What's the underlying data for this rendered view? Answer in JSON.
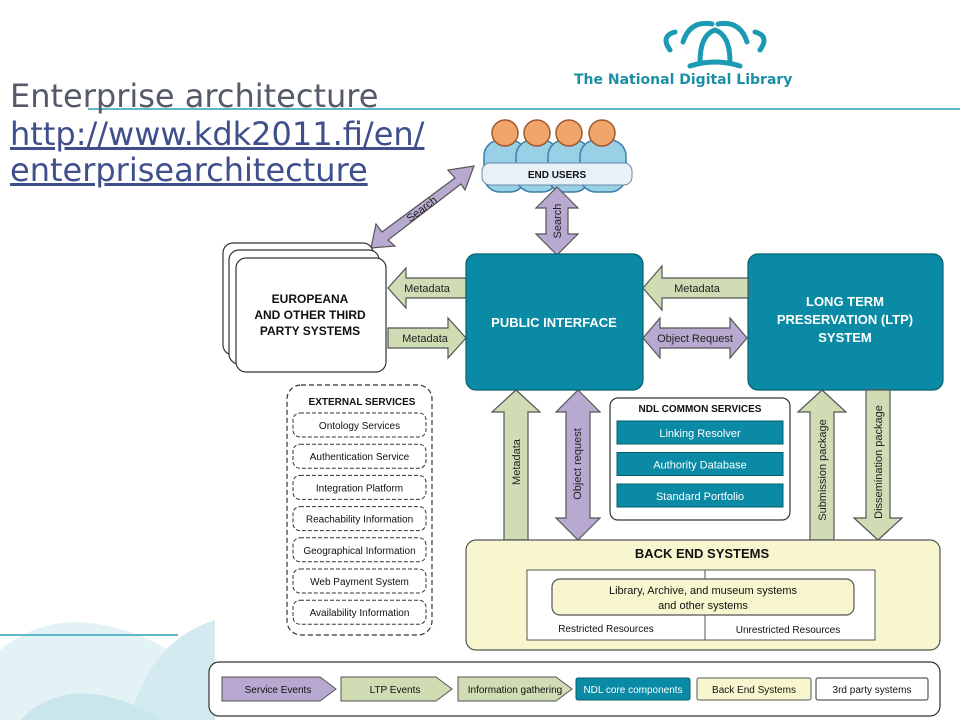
{
  "header": {
    "title": "Enterprise architecture",
    "link_line1": "http://www.kdk2011.fi/en/",
    "link_line2": "enterprisearchitecture",
    "brand": "The National Digital Library"
  },
  "colors": {
    "teal": "#0a8aa4",
    "green": "#cfdcb4",
    "purple": "#b7a9cf",
    "cream": "#f7f6cf"
  },
  "icons": {
    "logo": "ndl-swirl-logo",
    "users": "user-figures-icon"
  },
  "diagram": {
    "end_users": "END USERS",
    "public_interface": "PUBLIC INTERFACE",
    "ltp": [
      "LONG TERM",
      "PRESERVATION (LTP)",
      "SYSTEM"
    ],
    "europeana": [
      "EUROPEANA",
      "AND OTHER THIRD",
      "PARTY SYSTEMS"
    ],
    "arrows": {
      "search_diag": "Search",
      "search_vert": "Search",
      "metadata_out": "Metadata",
      "metadata_in": "Metadata",
      "metadata_ltp": "Metadata",
      "object_request_ltp": "Object Request",
      "metadata_back": "Metadata",
      "object_request_back": "Object request",
      "submission": "Submission package",
      "dissemination": "Dissemination package"
    },
    "external_services": {
      "title": "EXTERNAL SERVICES",
      "items": [
        "Ontology Services",
        "Authentication Service",
        "Integration Platform",
        "Reachability Information",
        "Geographical Information",
        "Web Payment System",
        "Availability Information"
      ]
    },
    "ndl_common": {
      "title": "NDL COMMON SERVICES",
      "items": [
        "Linking Resolver",
        "Authority Database",
        "Standard Portfolio"
      ]
    },
    "back_end": {
      "title": "BACK END SYSTEMS",
      "inner_line1": "Library, Archive, and museum systems",
      "inner_line2": "and other systems",
      "restricted": "Restricted Resources",
      "unrestricted": "Unrestricted Resources"
    },
    "legend": [
      "Service Events",
      "LTP Events",
      "Information gathering",
      "NDL core components",
      "Back End Systems",
      "3rd party systems"
    ]
  }
}
